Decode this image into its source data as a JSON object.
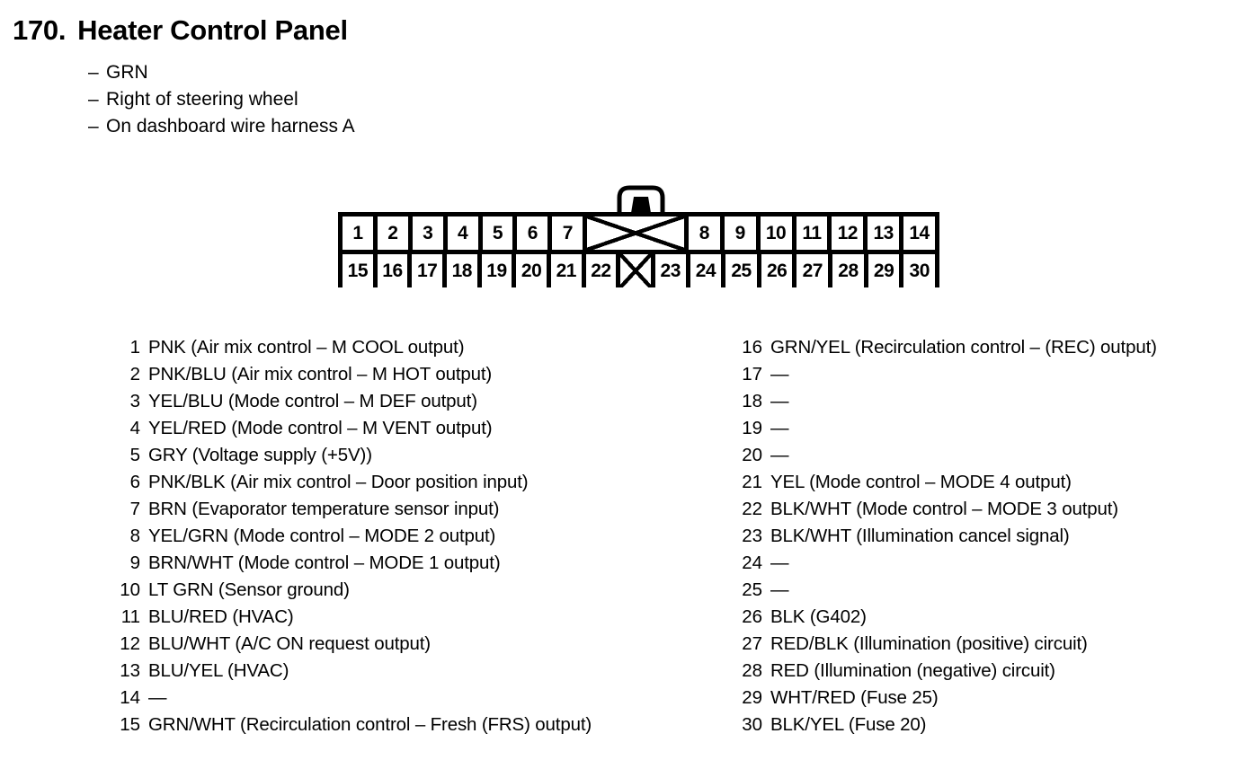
{
  "header": {
    "number": "170.",
    "title": "Heater Control Panel",
    "bullets": [
      {
        "dash": "–",
        "text": "GRN"
      },
      {
        "dash": "–",
        "text": "Right of steering wheel"
      },
      {
        "dash": "–",
        "text": "On dashboard wire harness A"
      }
    ]
  },
  "connector": {
    "name": "30-pin connector",
    "tab_icon": "connector-latch-tab",
    "blocked_marker": "x-cross",
    "top_row": [
      {
        "label": "1",
        "blocked": false
      },
      {
        "label": "2",
        "blocked": false
      },
      {
        "label": "3",
        "blocked": false
      },
      {
        "label": "4",
        "blocked": false
      },
      {
        "label": "5",
        "blocked": false
      },
      {
        "label": "6",
        "blocked": false
      },
      {
        "label": "7",
        "blocked": false
      },
      {
        "label": "",
        "blocked": true
      },
      {
        "label": "8",
        "blocked": false
      },
      {
        "label": "9",
        "blocked": false
      },
      {
        "label": "10",
        "blocked": false
      },
      {
        "label": "11",
        "blocked": false
      },
      {
        "label": "12",
        "blocked": false
      },
      {
        "label": "13",
        "blocked": false
      },
      {
        "label": "14",
        "blocked": false
      }
    ],
    "bottom_row": [
      {
        "label": "15",
        "blocked": false
      },
      {
        "label": "16",
        "blocked": false
      },
      {
        "label": "17",
        "blocked": false
      },
      {
        "label": "18",
        "blocked": false
      },
      {
        "label": "19",
        "blocked": false
      },
      {
        "label": "20",
        "blocked": false
      },
      {
        "label": "21",
        "blocked": false
      },
      {
        "label": "22",
        "blocked": false
      },
      {
        "label": "",
        "blocked": true
      },
      {
        "label": "23",
        "blocked": false
      },
      {
        "label": "24",
        "blocked": false
      },
      {
        "label": "25",
        "blocked": false
      },
      {
        "label": "26",
        "blocked": false
      },
      {
        "label": "27",
        "blocked": false
      },
      {
        "label": "28",
        "blocked": false
      },
      {
        "label": "29",
        "blocked": false
      },
      {
        "label": "30",
        "blocked": false
      }
    ]
  },
  "pins_left": [
    {
      "num": "1",
      "desc": "PNK (Air mix control – M COOL output)"
    },
    {
      "num": "2",
      "desc": "PNK/BLU (Air mix control – M HOT output)"
    },
    {
      "num": "3",
      "desc": "YEL/BLU (Mode control – M DEF output)"
    },
    {
      "num": "4",
      "desc": "YEL/RED (Mode control – M VENT output)"
    },
    {
      "num": "5",
      "desc": "GRY (Voltage supply (+5V))"
    },
    {
      "num": "6",
      "desc": "PNK/BLK (Air mix control – Door position input)"
    },
    {
      "num": "7",
      "desc": "BRN (Evaporator temperature sensor input)"
    },
    {
      "num": "8",
      "desc": "YEL/GRN (Mode control – MODE 2 output)"
    },
    {
      "num": "9",
      "desc": "BRN/WHT (Mode control – MODE 1 output)"
    },
    {
      "num": "10",
      "desc": "LT GRN (Sensor ground)"
    },
    {
      "num": "11",
      "desc": "BLU/RED (HVAC)"
    },
    {
      "num": "12",
      "desc": "BLU/WHT (A/C ON request output)"
    },
    {
      "num": "13",
      "desc": "BLU/YEL (HVAC)"
    },
    {
      "num": "14",
      "desc": "—"
    },
    {
      "num": "15",
      "desc": "GRN/WHT (Recirculation control – Fresh (FRS) output)"
    }
  ],
  "pins_right": [
    {
      "num": "16",
      "desc": "GRN/YEL (Recirculation control – (REC) output)"
    },
    {
      "num": "17",
      "desc": "—"
    },
    {
      "num": "18",
      "desc": "—"
    },
    {
      "num": "19",
      "desc": "—"
    },
    {
      "num": "20",
      "desc": "—"
    },
    {
      "num": "21",
      "desc": "YEL (Mode control – MODE 4 output)"
    },
    {
      "num": "22",
      "desc": "BLK/WHT (Mode control – MODE 3 output)"
    },
    {
      "num": "23",
      "desc": "BLK/WHT (Illumination cancel signal)"
    },
    {
      "num": "24",
      "desc": "—"
    },
    {
      "num": "25",
      "desc": "—"
    },
    {
      "num": "26",
      "desc": "BLK (G402)"
    },
    {
      "num": "27",
      "desc": "RED/BLK (Illumination (positive) circuit)"
    },
    {
      "num": "28",
      "desc": "RED (Illumination (negative) circuit)"
    },
    {
      "num": "29",
      "desc": "WHT/RED (Fuse 25)"
    },
    {
      "num": "30",
      "desc": "BLK/YEL (Fuse 20)"
    }
  ],
  "colors": {
    "ink": "#000000",
    "paper": "#ffffff"
  }
}
